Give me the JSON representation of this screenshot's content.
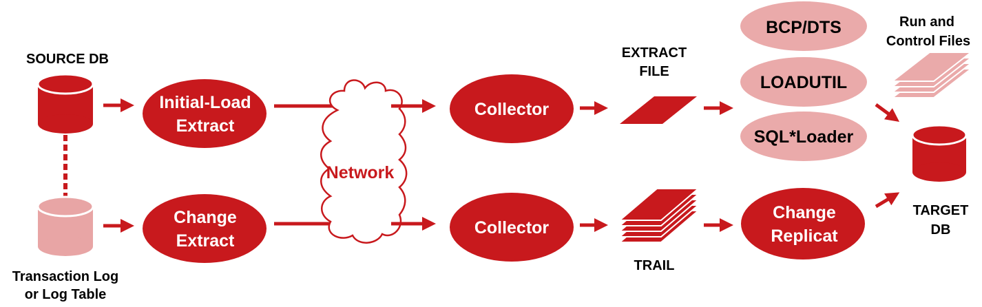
{
  "colors": {
    "primary": "#c8191d",
    "light": "#e8a5a5",
    "pink": "#eaaaaa",
    "white": "#ffffff",
    "text": "#000000"
  },
  "labels": {
    "source_db": "SOURCE DB",
    "txn_log_line1": "Transaction Log",
    "txn_log_line2": "or Log Table",
    "extract_file_line1": "EXTRACT",
    "extract_file_line2": "FILE",
    "trail": "TRAIL",
    "run_control_line1": "Run and",
    "run_control_line2": "Control Files",
    "target_line1": "TARGET",
    "target_line2": "DB"
  },
  "nodes": {
    "initial_load_line1": "Initial-Load",
    "initial_load_line2": "Extract",
    "change_extract_line1": "Change",
    "change_extract_line2": "Extract",
    "network": "Network",
    "collector_top": "Collector",
    "collector_bottom": "Collector",
    "bcp_dts": "BCP/DTS",
    "loadutil": "LOADUTIL",
    "sql_loader": "SQL*Loader",
    "change_replicat_line1": "Change",
    "change_replicat_line2": "Replicat"
  }
}
